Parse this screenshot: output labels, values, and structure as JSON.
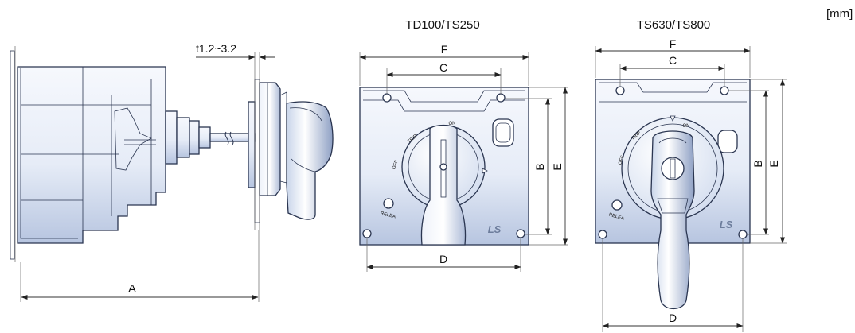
{
  "unit_label": "[mm]",
  "views": {
    "side": {
      "thickness_label": "t1.2~3.2",
      "depth_label": "A"
    },
    "td": {
      "title": "TD100/TS250",
      "labels": {
        "F": "F",
        "C": "C",
        "B": "B",
        "E": "E",
        "D": "D"
      },
      "dial": {
        "trip": "TRIP",
        "off": "OFF",
        "on": "ON",
        "release": "RELEA"
      },
      "logo": "LS"
    },
    "ts": {
      "title": "TS630/TS800",
      "labels": {
        "F": "F",
        "C": "C",
        "B": "B",
        "E": "E",
        "D": "D"
      },
      "dial": {
        "trip": "TRIP",
        "off": "OFF",
        "on": "ON",
        "release": "RELEA"
      },
      "logo": "LS"
    }
  },
  "colors": {
    "body_light": "#f4f7fc",
    "body_shade": "#b9c7e0",
    "outline": "#2a3550"
  }
}
